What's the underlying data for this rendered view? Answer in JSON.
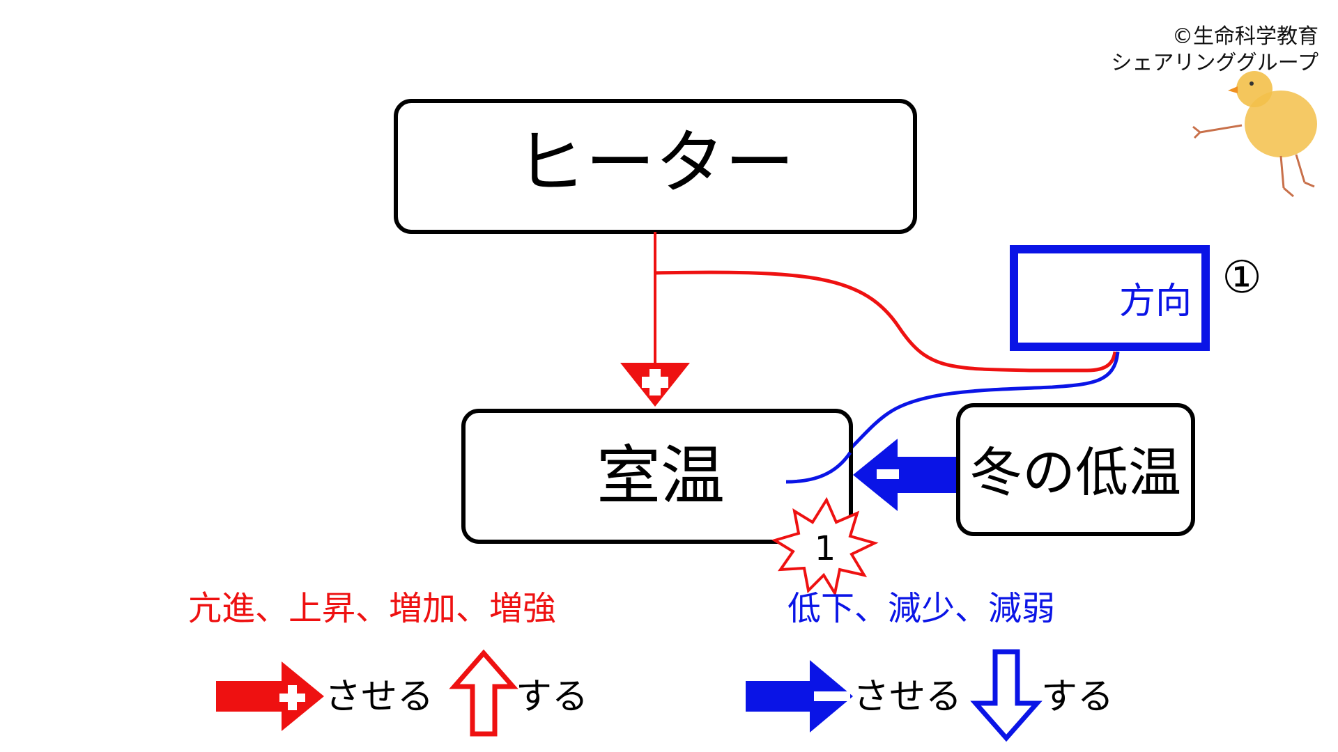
{
  "copyright": {
    "line1": "©生命科学教育",
    "line2": "シェアリンググループ"
  },
  "nodes": {
    "heater": "ヒーター",
    "room_temp": "室温",
    "winter_cold": "冬の低温",
    "direction_box": "方向"
  },
  "markers": {
    "circled_number": "①",
    "star_number": "1"
  },
  "legend": {
    "increase_words": "亢進、上昇、増加、増強",
    "decrease_words": "低下、減少、減弱",
    "causes_label": "させる",
    "does_label": "する"
  },
  "colors": {
    "red": "#ee1111",
    "blue": "#0a14e6",
    "black": "#000000",
    "chick_yellow": "#f3c04a"
  }
}
